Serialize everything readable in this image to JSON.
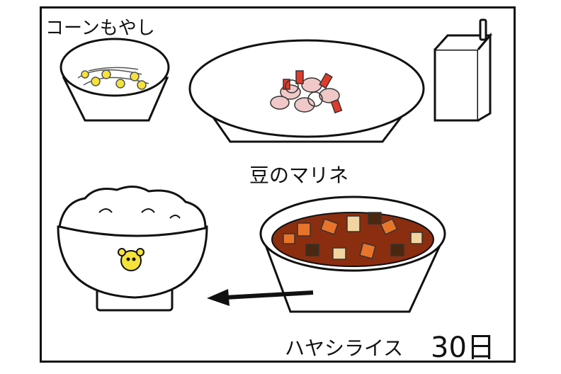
{
  "labels": {
    "corn_moyashi": "コーンもやし",
    "bean_marine": "豆のマリネ",
    "hayashi_rice": "ハヤシライス",
    "date": "30日"
  },
  "colors": {
    "outline": "#111111",
    "stew": "#8B2E0F",
    "carrot": "#E8742A",
    "potato": "#F2D4A0",
    "meat": "#4A2810",
    "corn": "#F5E23A",
    "pepper": "#E23A2A",
    "bean": "#F0C8C8"
  }
}
